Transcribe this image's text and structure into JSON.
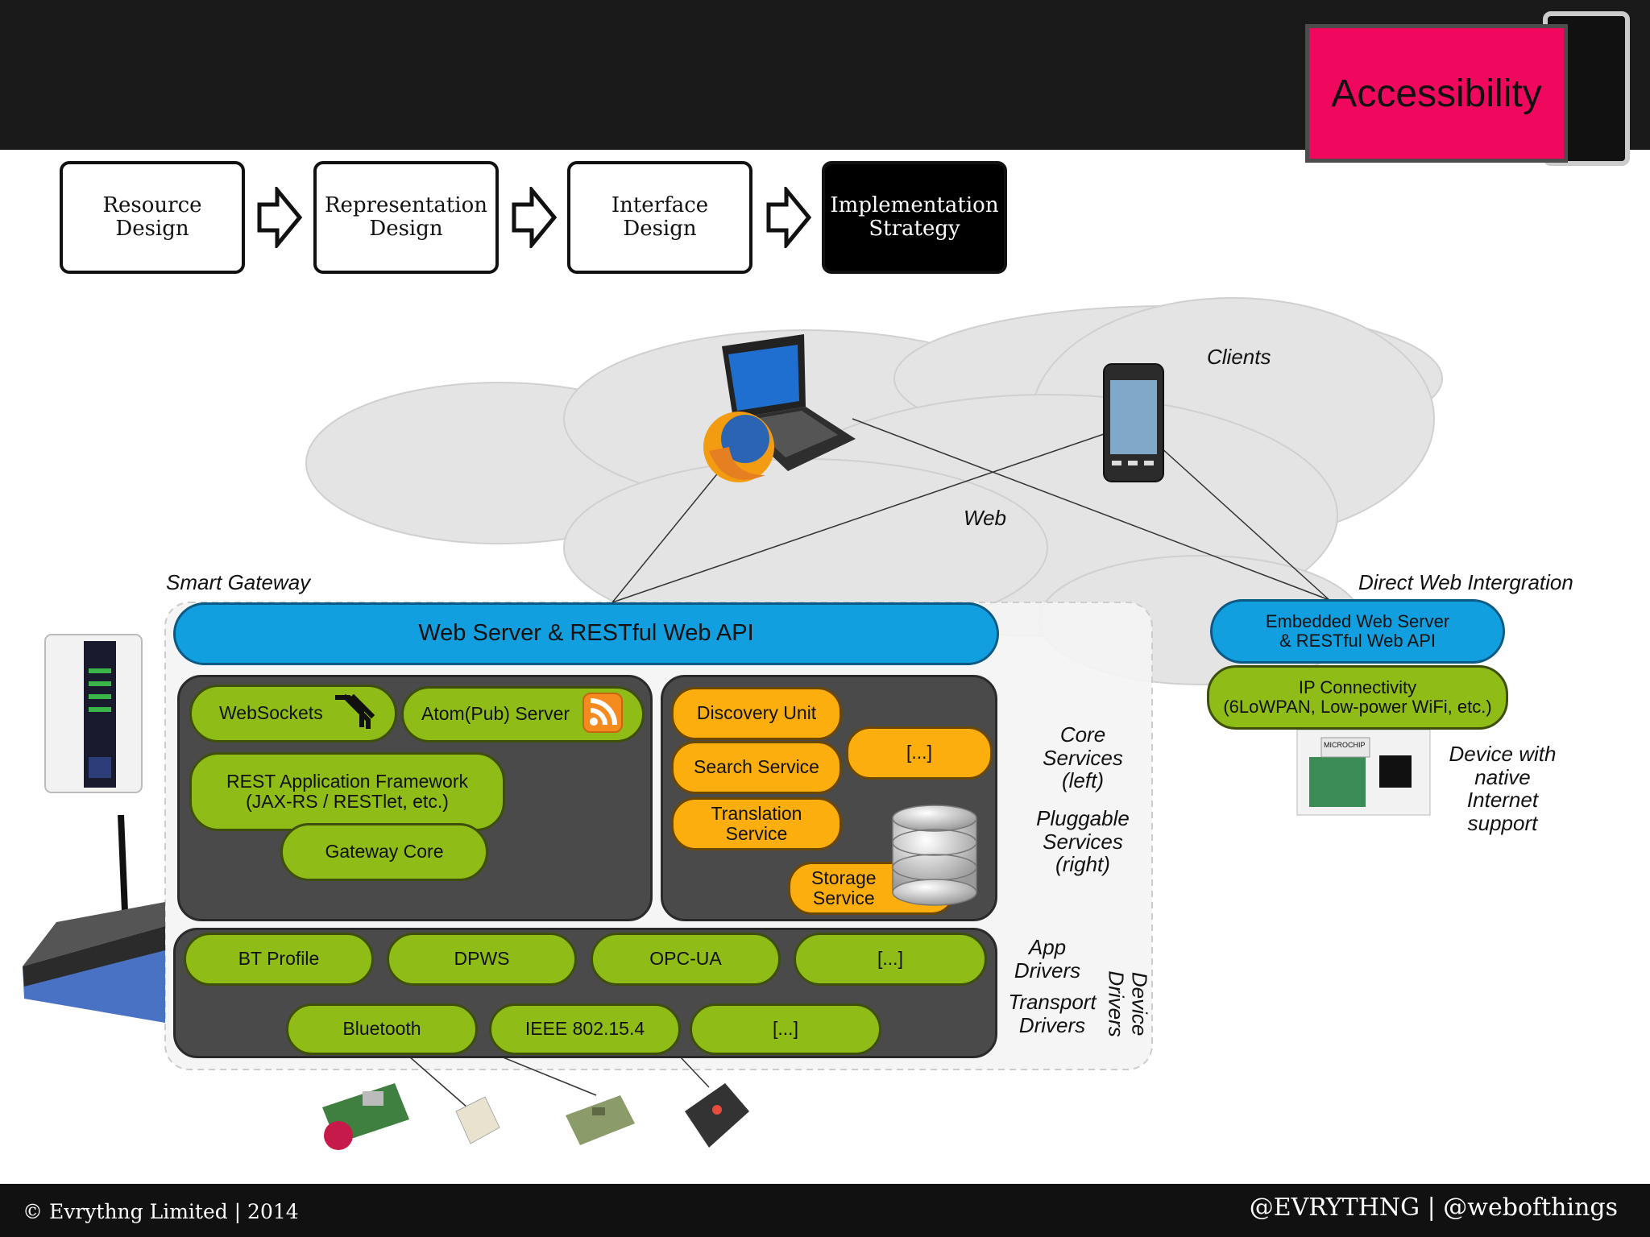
{
  "header": {
    "badge": "Accessibility"
  },
  "steps": [
    {
      "line1": "Resource",
      "line2": "Design"
    },
    {
      "line1": "Representation",
      "line2": "Design"
    },
    {
      "line1": "Interface",
      "line2": "Design"
    },
    {
      "line1": "Implementation",
      "line2": "Strategy"
    }
  ],
  "labels": {
    "clients": "Clients",
    "web": "Web",
    "smart_gateway": "Smart Gateway",
    "direct_web": "Direct Web Intergration"
  },
  "gateway": {
    "web_server": "Web Server & RESTful Web API",
    "left": {
      "websockets": "WebSockets",
      "atom": "Atom(Pub) Server",
      "rest_line1": "REST Application Framework",
      "rest_line2": "(JAX-RS / RESTlet, etc.)",
      "core": "Gateway Core"
    },
    "right": {
      "discovery": "Discovery Unit",
      "ellipsis": "[...]",
      "search": "Search Service",
      "translation_line1": "Translation",
      "translation_line2": "Service",
      "storage_line1": "Storage",
      "storage_line2": "Service"
    },
    "app_drivers": [
      "BT Profile",
      "DPWS",
      "OPC-UA",
      "[...]"
    ],
    "transport_drivers": [
      "Bluetooth",
      "IEEE 802.15.4",
      "[...]"
    ]
  },
  "side_text": {
    "core_line1": "Core",
    "core_line2": "Services",
    "core_line3": "(left)",
    "plug_line1": "Pluggable",
    "plug_line2": "Services",
    "plug_line3": "(right)",
    "app_line1": "App",
    "app_line2": "Drivers",
    "transport_line1": "Transport",
    "transport_line2": "Drivers",
    "device_line1": "Device",
    "device_line2": "Drivers"
  },
  "embedded": {
    "server_line1": "Embedded Web Server",
    "server_line2": "& RESTful Web API",
    "ip_line1": "IP Connectivity",
    "ip_line2": "(6LoWPAN, Low-power WiFi, etc.)",
    "native_line1": "Device with",
    "native_line2": "native",
    "native_line3": "Internet",
    "native_line4": "support",
    "chip_text": "MICROCHIP"
  },
  "footer": {
    "left": "© Evrythng Limited | 2014",
    "right": "@EVRYTHNG | @webofthings"
  },
  "colors": {
    "accent": "#f0085e",
    "green": "#8fbc16",
    "orange": "#fbae0e",
    "blue": "#129fdf",
    "panel": "#4a4a4a"
  }
}
